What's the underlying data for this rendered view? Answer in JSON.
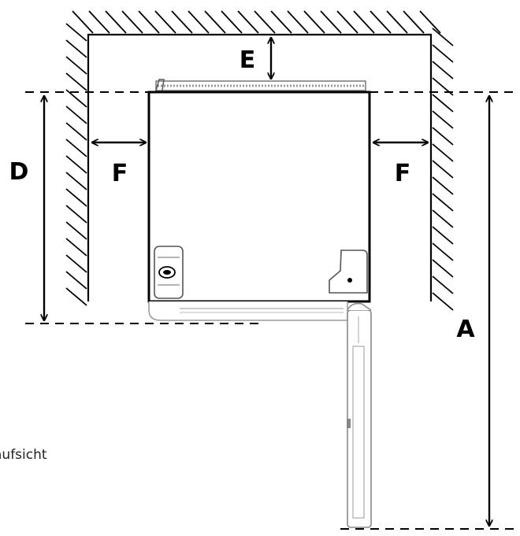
{
  "labels": {
    "e": "E",
    "f_left": "F",
    "f_right": "F",
    "d": "D",
    "a": "A"
  },
  "caption": "aufsicht",
  "colors": {
    "line": "#000000",
    "outline_light": "#9a9a9a",
    "background": "#ffffff"
  }
}
